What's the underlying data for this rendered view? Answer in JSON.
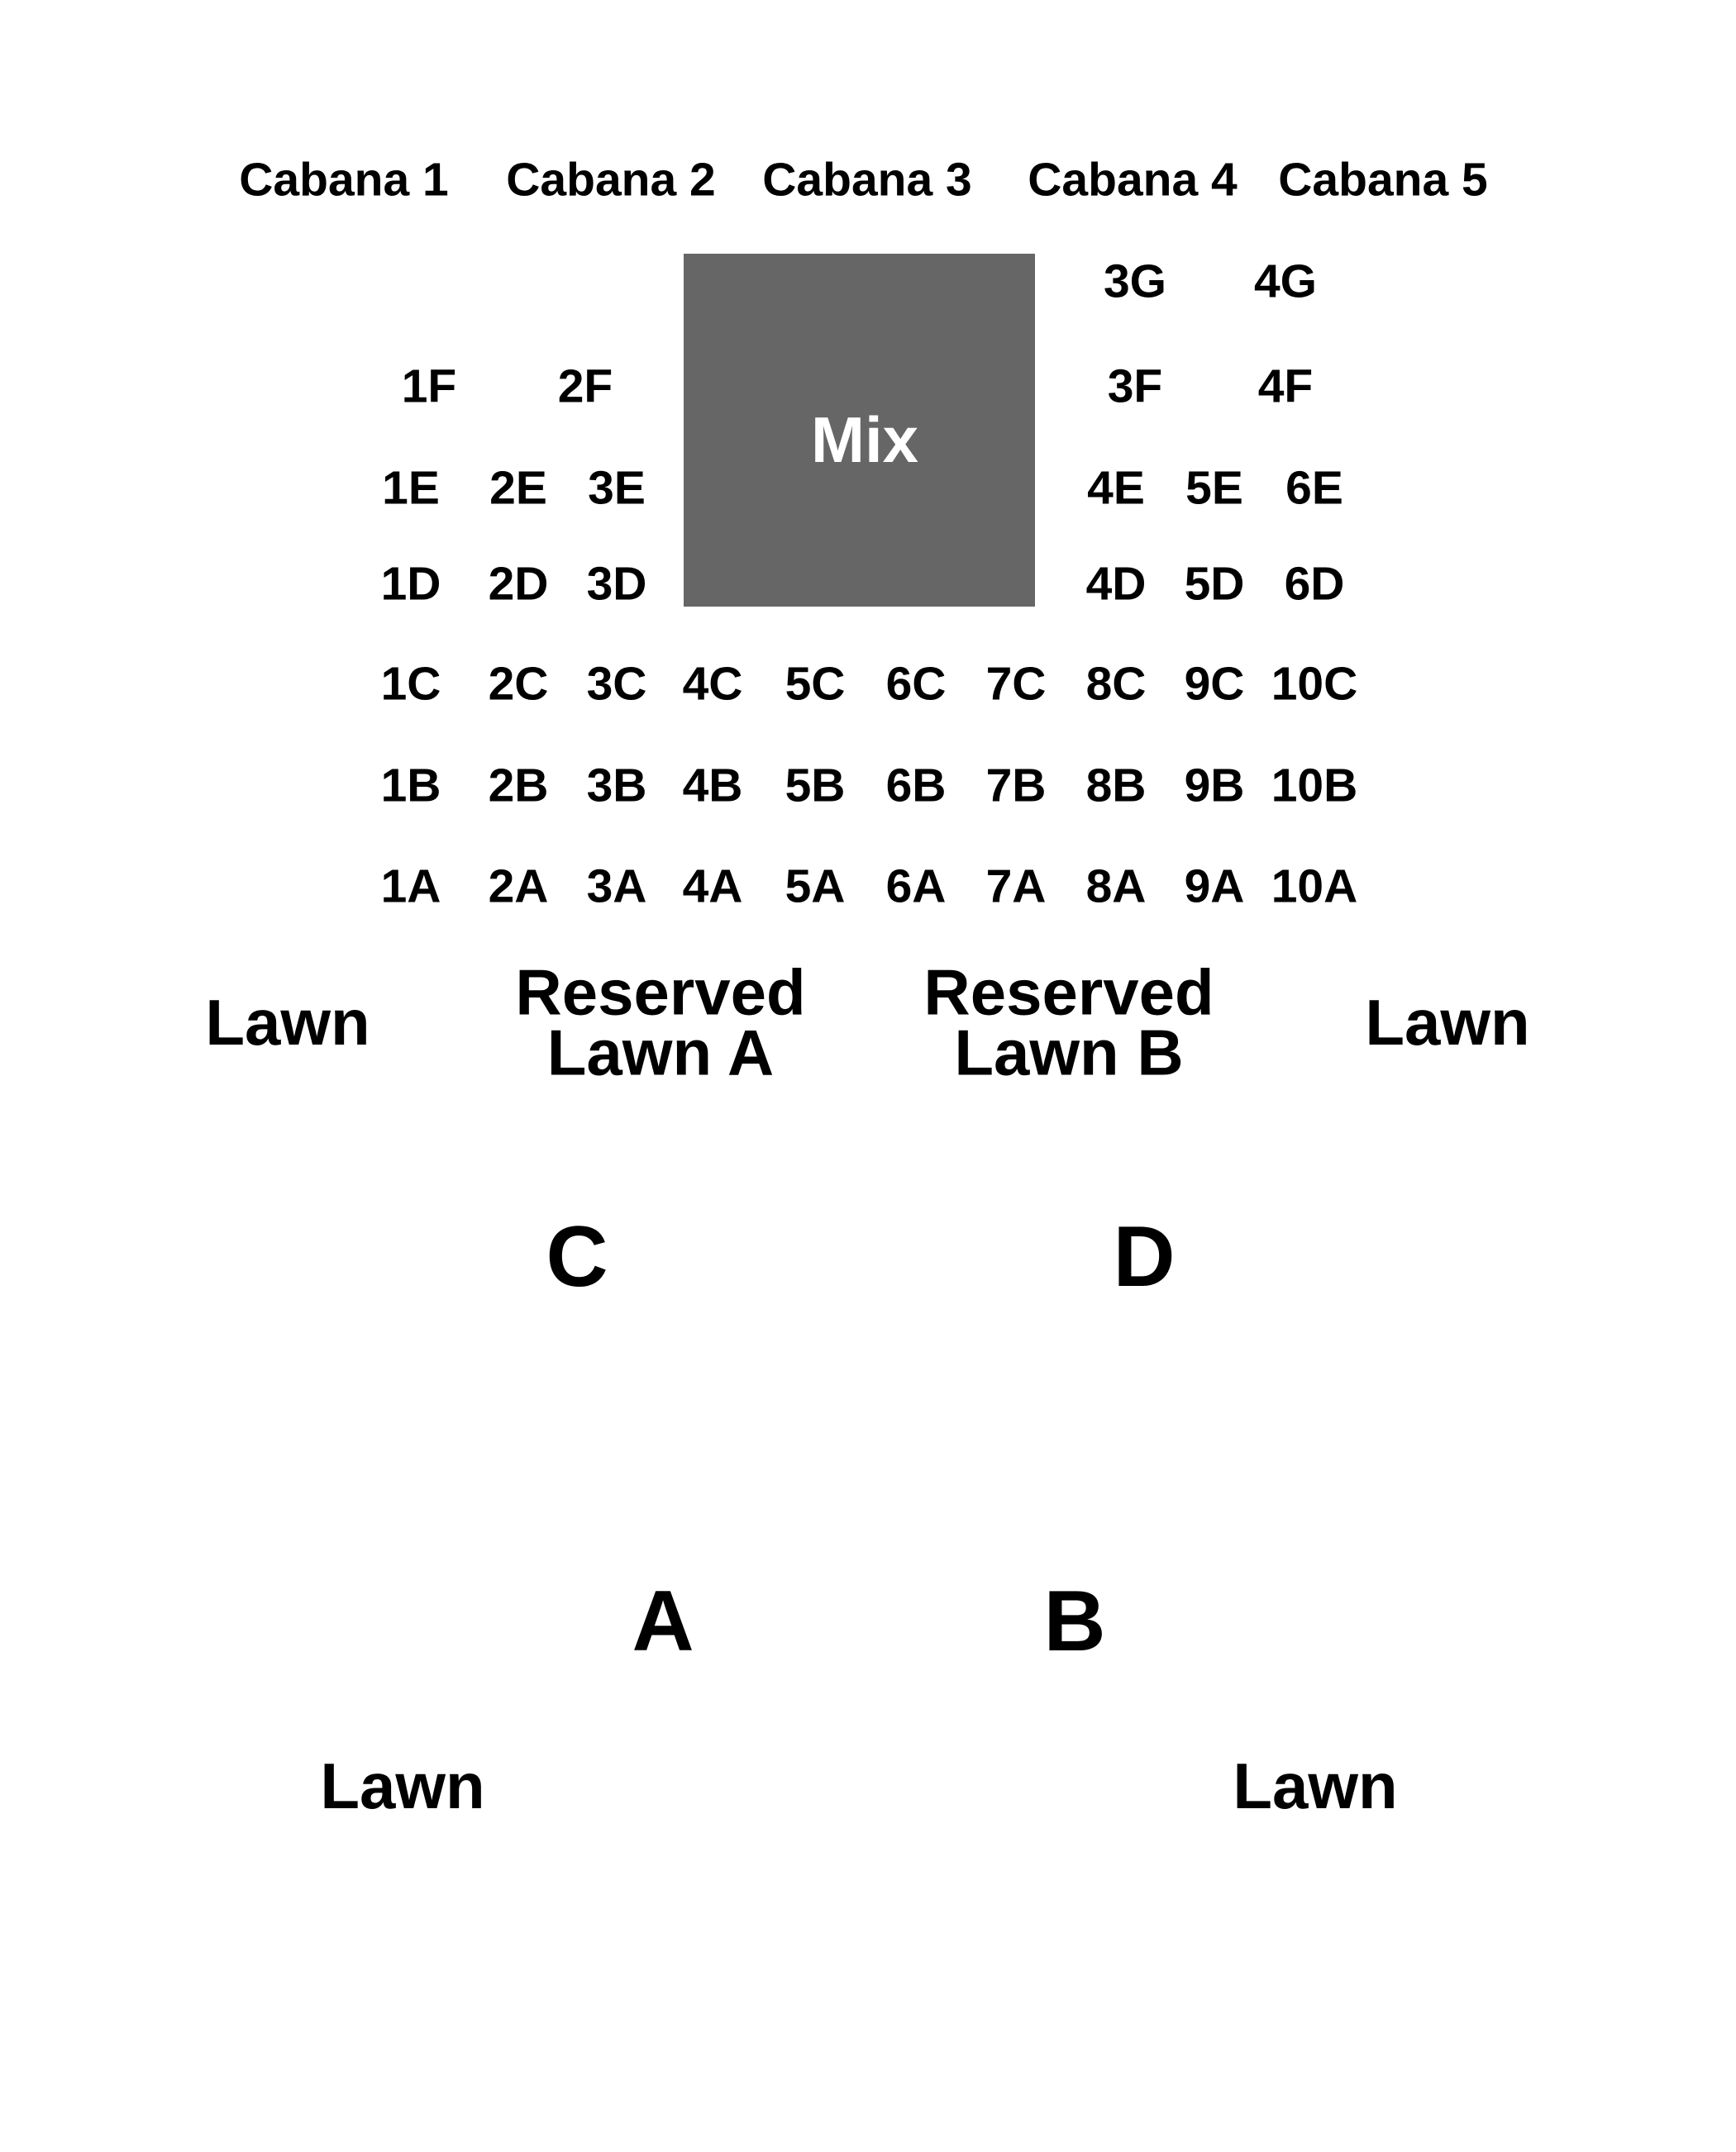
{
  "colors": {
    "background": "#ffffff",
    "text": "#000000",
    "mix_box": "#666666",
    "mix_text": "#ffffff"
  },
  "cabanas": [
    "Cabana 1",
    "Cabana 2",
    "Cabana 3",
    "Cabana 4",
    "Cabana 5"
  ],
  "mix": {
    "label": "Mix"
  },
  "upper_seats": {
    "row_g": [
      "3G",
      "4G"
    ],
    "row_f_left": [
      "1F",
      "2F"
    ],
    "row_f_right": [
      "3F",
      "4F"
    ],
    "row_e_left": [
      "1E",
      "2E",
      "3E"
    ],
    "row_e_right": [
      "4E",
      "5E",
      "6E"
    ],
    "row_d_left": [
      "1D",
      "2D",
      "3D"
    ],
    "row_d_right": [
      "4D",
      "5D",
      "6D"
    ]
  },
  "lower_seats": {
    "row_c": [
      "1C",
      "2C",
      "3C",
      "4C",
      "5C",
      "6C",
      "7C",
      "8C",
      "9C",
      "10C"
    ],
    "row_b": [
      "1B",
      "2B",
      "3B",
      "4B",
      "5B",
      "6B",
      "7B",
      "8B",
      "9B",
      "10B"
    ],
    "row_a": [
      "1A",
      "2A",
      "3A",
      "4A",
      "5A",
      "6A",
      "7A",
      "8A",
      "9A",
      "10A"
    ]
  },
  "zones": {
    "lawn_left": "Lawn",
    "reserved_a": "Reserved Lawn A",
    "reserved_b": "Reserved Lawn B",
    "lawn_right": "Lawn",
    "lawn_bottom_left": "Lawn",
    "lawn_bottom_right": "Lawn"
  },
  "sections": {
    "c": "C",
    "d": "D",
    "a": "A",
    "b": "B"
  }
}
